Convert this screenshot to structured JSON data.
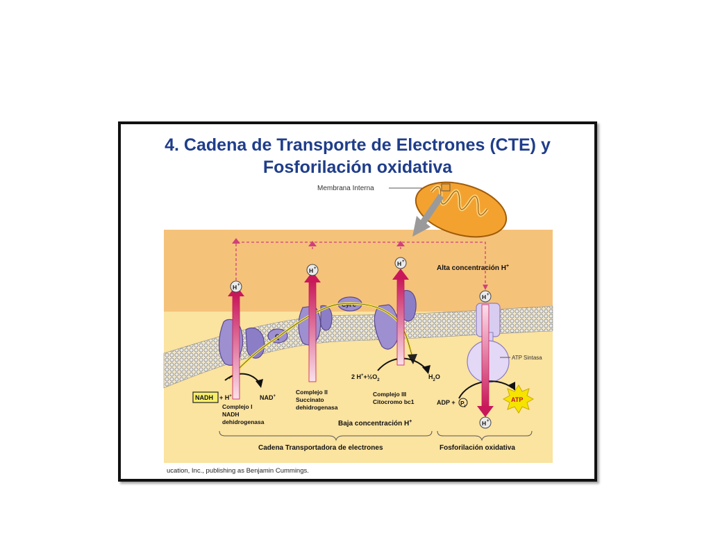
{
  "title": {
    "line1": "4.  Cadena de Transporte de Electrones (CTE) y",
    "line2": "Fosforilación oxidativa"
  },
  "labels": {
    "membrane": "Membrana Interna",
    "high_conc": "Alta concentración H",
    "high_conc_sup": "+",
    "low_conc": "Baja concentración  H",
    "low_conc_sup": "+",
    "atp_synthase": "ATP Sintasa",
    "h_ion": "H",
    "h_sup": "+",
    "cyt_c": "Cyt c",
    "q": "Q",
    "nadh": "NADH",
    "nadh_plus_h": "+ H",
    "nad": "NAD",
    "two_h_half_o2": "2 H",
    "half_o2": "+½O",
    "o2_sub": "2",
    "h2o": "H",
    "h2o_sub": "2",
    "h2o_o": "O",
    "adp_pi": "ADP +",
    "pi": "P",
    "pi_sub": "i",
    "atp": "ATP"
  },
  "complexes": {
    "c1": [
      "Complejo I",
      "NADH",
      "dehidrogenasa"
    ],
    "c2": [
      "Complejo II",
      "Succinato",
      "dehidrogenasa"
    ],
    "c3": [
      "Complejo III",
      "Citocromo  bc1"
    ]
  },
  "bottom_labels": {
    "etc": "Cadena Transportadora de electrones",
    "oxphos": "Fosforilación oxidativa"
  },
  "credit": "ucation, Inc., publishing as Benjamin Cummings.",
  "colors": {
    "title": "#1f3d8a",
    "upper_bg": "#f5c27a",
    "lower_bg": "#fbe3a0",
    "protein": "#9d8fd0",
    "arrow": "#c8185a",
    "dashed": "#d0407a",
    "atp_star": "#f6e400",
    "mito": "#f3a230"
  }
}
